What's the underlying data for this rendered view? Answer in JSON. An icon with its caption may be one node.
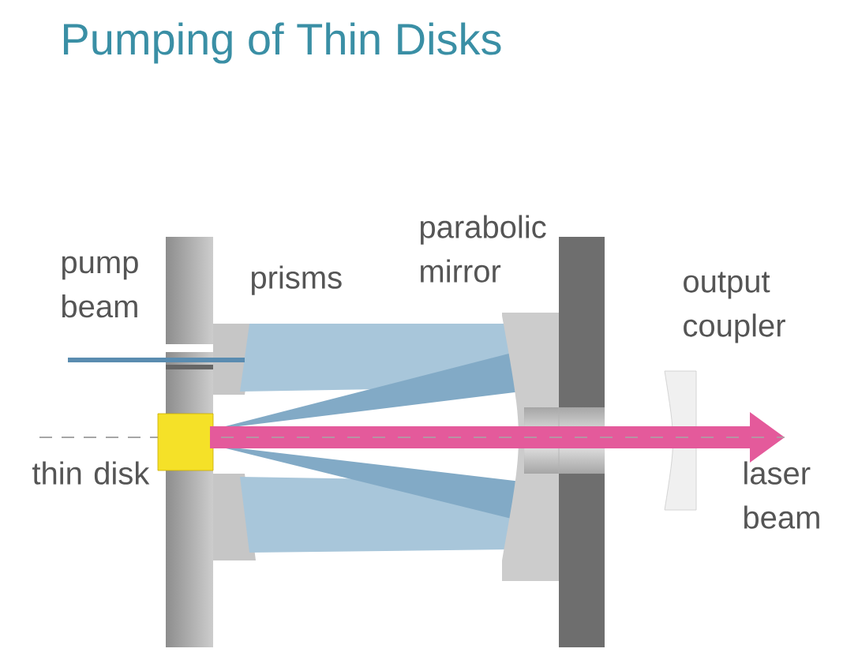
{
  "diagram": {
    "title": "Pumping of Thin Disks",
    "labels": [
      "pump beam",
      "prisms",
      "parabolic mirror",
      "output coupler",
      "thin disk",
      "laser beam"
    ]
  }
}
